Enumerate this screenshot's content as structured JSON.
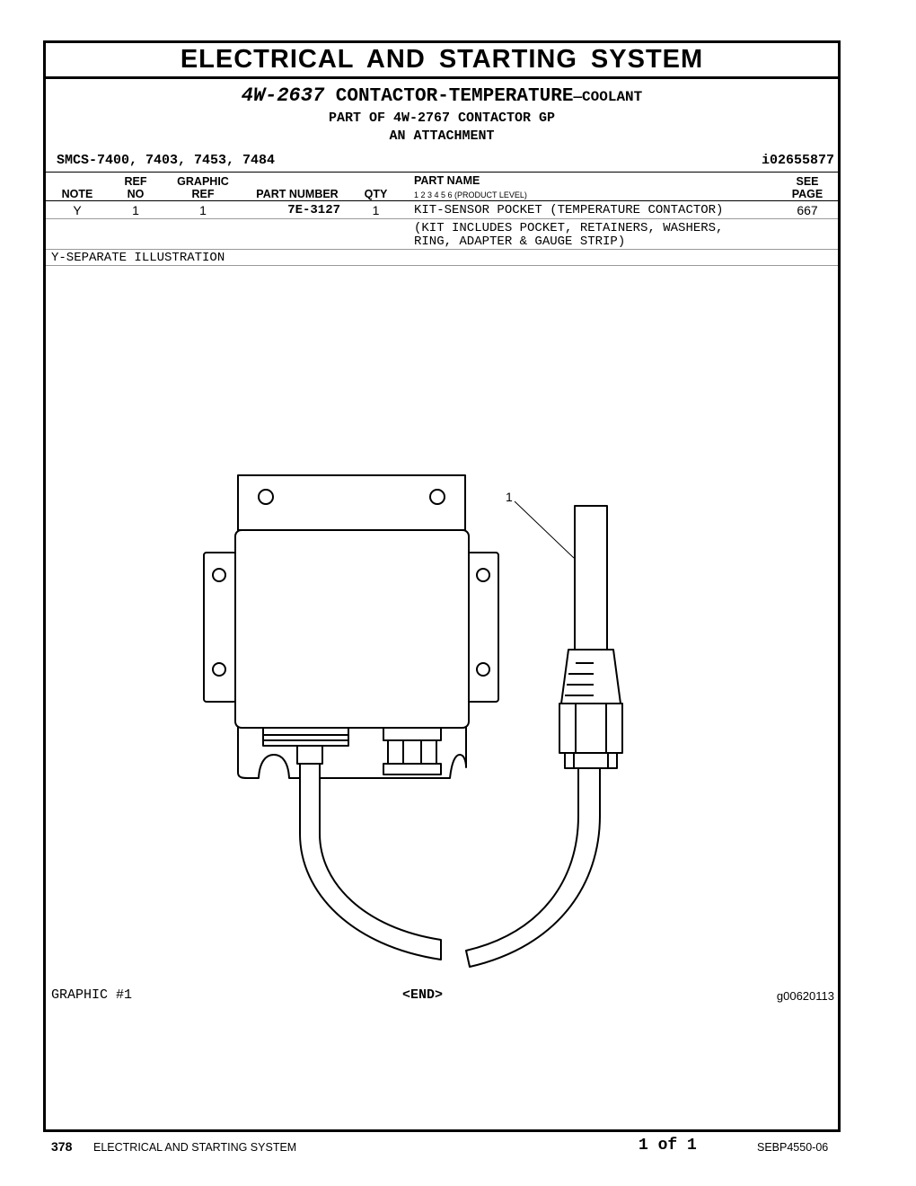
{
  "page_title": "ELECTRICAL AND STARTING SYSTEM",
  "header": {
    "part_number": "4W-2637",
    "part_name": "CONTACTOR-TEMPERATURE",
    "part_suffix": "—COOLANT",
    "part_of": "PART OF 4W-2767 CONTACTOR GP",
    "attachment": "AN ATTACHMENT",
    "smcs": "SMCS-7400, 7403, 7453, 7484",
    "doc_id": "i02655877"
  },
  "columns": {
    "note": "NOTE",
    "ref_top": "REF",
    "ref_bottom": "NO",
    "graphic_top": "GRAPHIC",
    "graphic_bottom": "REF",
    "part_number": "PART NUMBER",
    "qty": "QTY",
    "part_name": "PART NAME",
    "product_level": "1   2   3   4   5   6   (PRODUCT LEVEL)",
    "see_top": "SEE",
    "see_bottom": "PAGE"
  },
  "rows": [
    {
      "note": "Y",
      "ref_no": "1",
      "graphic_ref": "1",
      "part_number": "7E-3127",
      "qty": "1",
      "part_name": "KIT-SENSOR POCKET (TEMPERATURE CONTACTOR)",
      "detail_line1": "(KIT INCLUDES POCKET, RETAINERS, WASHERS,",
      "detail_line2": "RING, ADAPTER & GAUGE STRIP)",
      "see_page": "667"
    }
  ],
  "footnote": "Y-SEPARATE ILLUSTRATION",
  "illustration": {
    "callout": "1",
    "graphic_label": "GRAPHIC #1",
    "end_label": "<END>",
    "graphic_id": "g00620113"
  },
  "footer": {
    "page_number": "378",
    "section": "ELECTRICAL AND STARTING SYSTEM",
    "page_of": "1 of 1",
    "doc_number": "SEBP4550-06"
  }
}
